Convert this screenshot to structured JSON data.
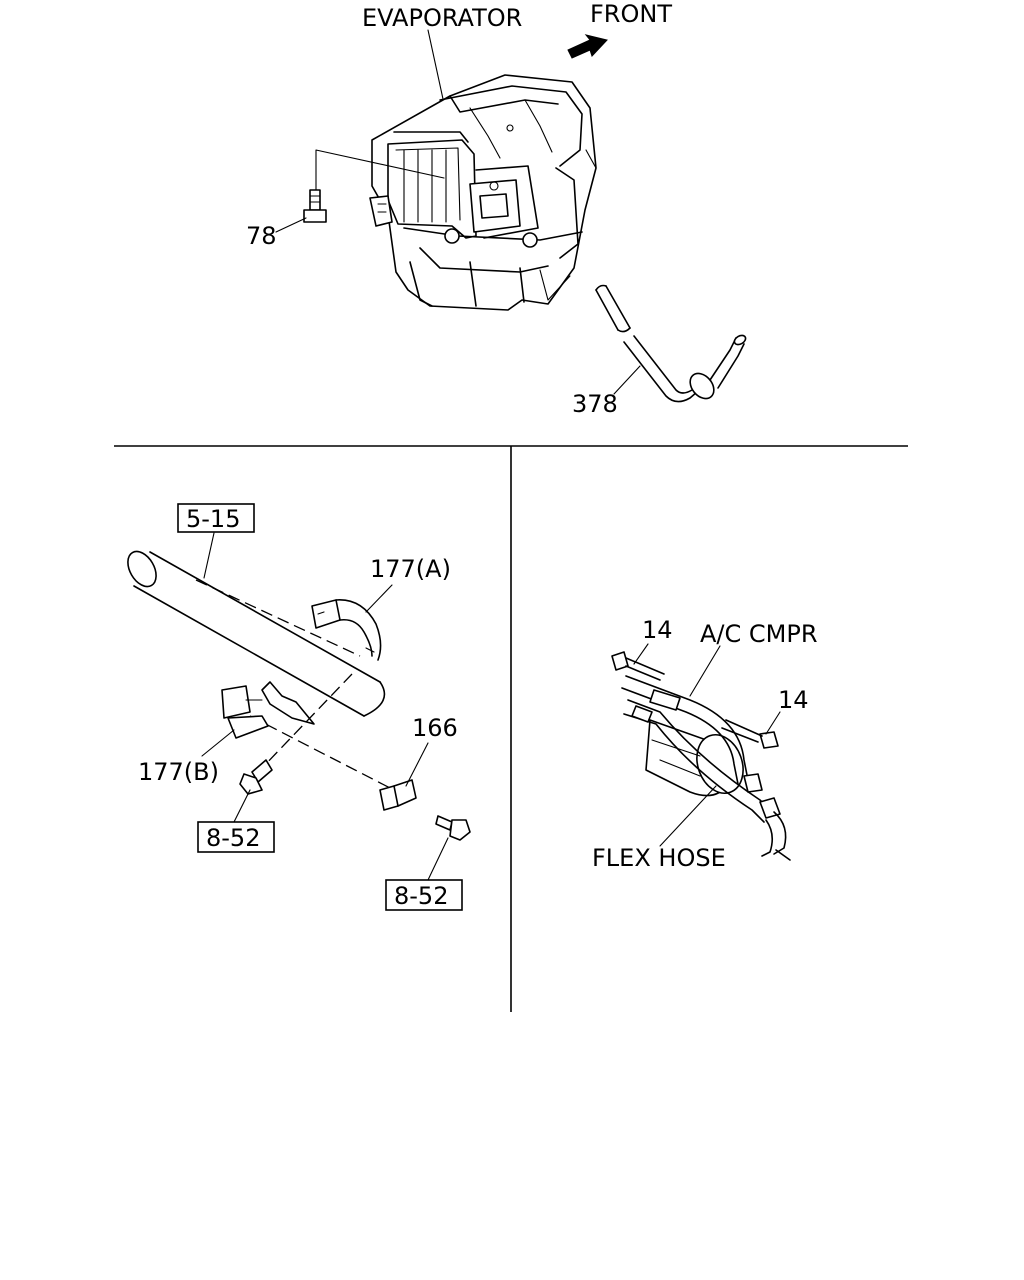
{
  "top_panel": {
    "evaporator_label": "EVAPORATOR",
    "front_label": "FRONT",
    "part_78": "78",
    "part_378": "378"
  },
  "left_panel": {
    "ref_5_15": "5-15",
    "part_177a": "177(A)",
    "part_177b": "177(B)",
    "part_166": "166",
    "ref_8_52_left": "8-52",
    "ref_8_52_right": "8-52"
  },
  "right_panel": {
    "part_14_top": "14",
    "part_14_right": "14",
    "ac_cmpr_label": "A/C CMPR",
    "flex_hose_label": "FLEX HOSE"
  },
  "icons": {
    "front_arrow": "front-arrow-icon"
  }
}
